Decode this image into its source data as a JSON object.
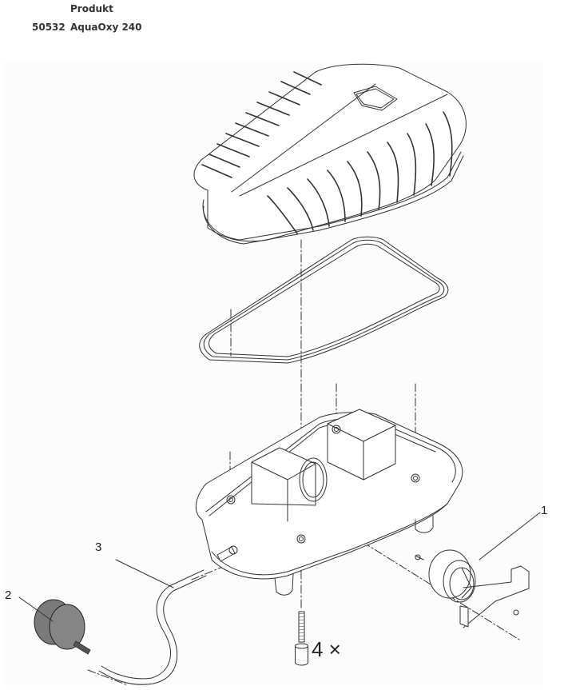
{
  "header": {
    "column_label": "Produkt",
    "product_number": "50532",
    "product_name": "AquaOxy 240"
  },
  "diagram": {
    "type": "exploded-parts-view",
    "parts": [
      {
        "callout": "1",
        "name": "wall-mount-holder"
      },
      {
        "callout": "2",
        "name": "air-stone"
      },
      {
        "callout": "3",
        "name": "air-hose"
      }
    ],
    "screw_quantity": "4 ×",
    "line_color": "#333333",
    "air_stone_color": "#7a7a7a"
  }
}
